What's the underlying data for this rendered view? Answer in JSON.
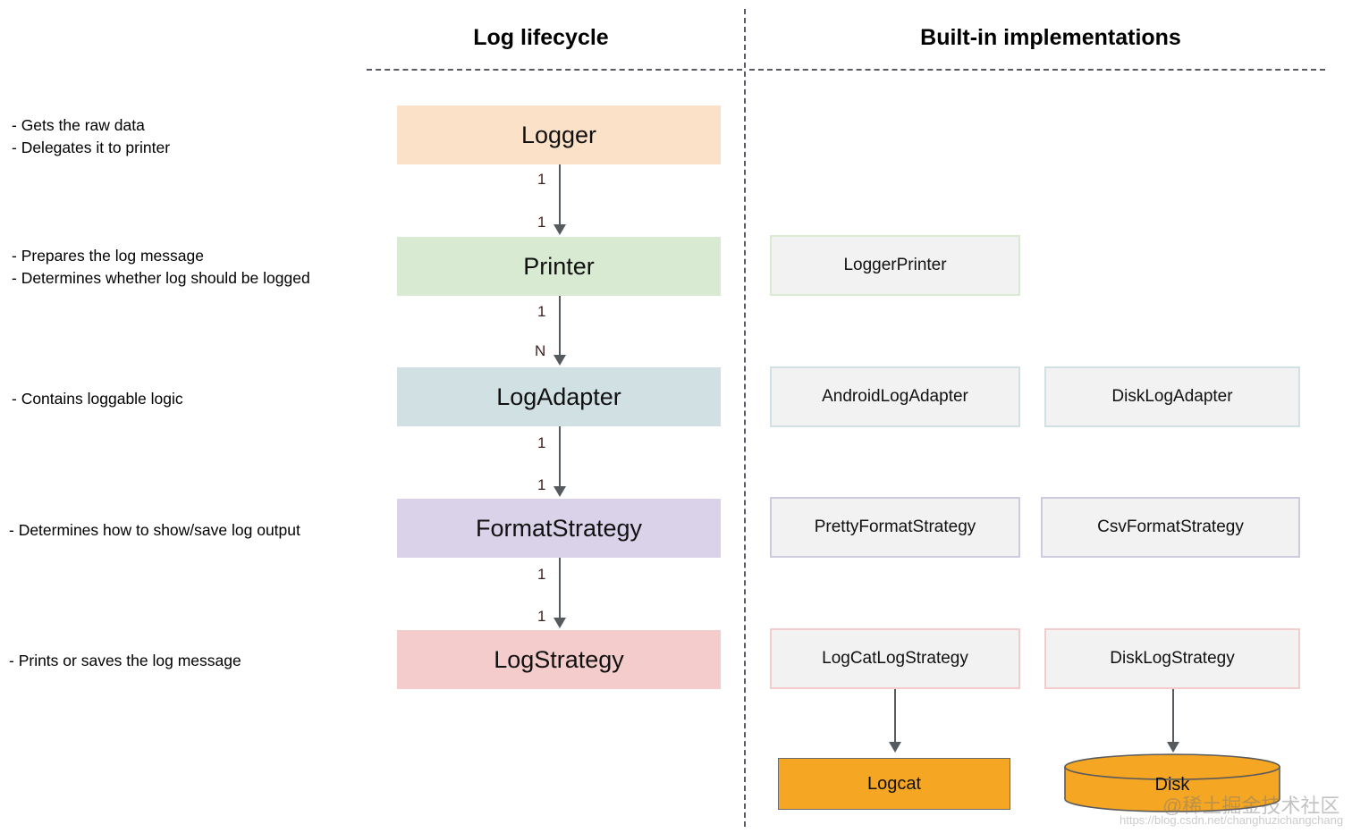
{
  "headers": {
    "left": "Log lifecycle",
    "right": "Built-in implementations"
  },
  "descriptions": [
    "- Gets the raw data\n- Delegates it to printer",
    "- Prepares the log message\n- Determines whether log should be logged",
    "- Contains loggable logic",
    "- Determines how to show/save log output",
    "- Prints or saves the log message"
  ],
  "lifecycle": [
    {
      "label": "Logger",
      "fill": "#fbe1c8"
    },
    {
      "label": "Printer",
      "fill": "#d9ead3"
    },
    {
      "label": "LogAdapter",
      "fill": "#d0e0e3"
    },
    {
      "label": "FormatStrategy",
      "fill": "#d9d2e9"
    },
    {
      "label": "LogStrategy",
      "fill": "#f4cccc"
    }
  ],
  "connections": [
    {
      "from": "Logger",
      "to": "Printer",
      "source_multiplicity": "1",
      "target_multiplicity": "1"
    },
    {
      "from": "Printer",
      "to": "LogAdapter",
      "source_multiplicity": "1",
      "target_multiplicity": "N"
    },
    {
      "from": "LogAdapter",
      "to": "FormatStrategy",
      "source_multiplicity": "1",
      "target_multiplicity": "1"
    },
    {
      "from": "FormatStrategy",
      "to": "LogStrategy",
      "source_multiplicity": "1",
      "target_multiplicity": "1"
    }
  ],
  "implementations": [
    {
      "label": "LoggerPrinter",
      "border": "#d9ead3"
    },
    {
      "label": "AndroidLogAdapter",
      "border": "#d0e0e3"
    },
    {
      "label": "DiskLogAdapter",
      "border": "#d0e0e3"
    },
    {
      "label": "PrettyFormatStrategy",
      "border": "#cfcade"
    },
    {
      "label": "CsvFormatStrategy",
      "border": "#cfcade"
    },
    {
      "label": "LogCatLogStrategy",
      "border": "#f5cccc"
    },
    {
      "label": "DiskLogStrategy",
      "border": "#f5cccc"
    }
  ],
  "sinks": [
    {
      "label": "Logcat",
      "shape": "rectangle",
      "fill": "#f5a623"
    },
    {
      "label": "Disk",
      "shape": "cylinder",
      "fill": "#f5a623"
    }
  ],
  "watermark": {
    "handle": "@稀土掘金技术社区",
    "url": "https://blog.csdn.net/changhuzichangchang"
  },
  "colors": {
    "divider": "#5a5a64",
    "arrow": "#555a5f",
    "impl_fill": "#f2f2f2",
    "sink_fill": "#f5a623"
  }
}
